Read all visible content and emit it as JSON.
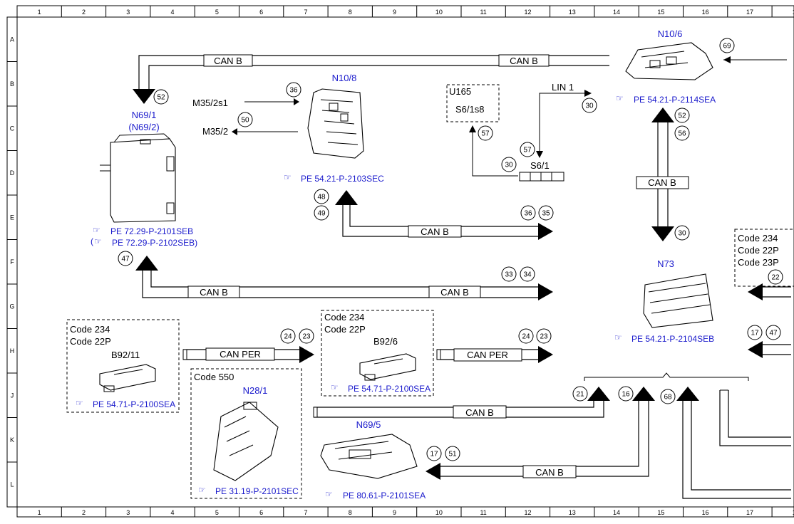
{
  "grid": {
    "cols": [
      "1",
      "2",
      "3",
      "4",
      "5",
      "6",
      "7",
      "8",
      "9",
      "10",
      "11",
      "12",
      "13",
      "14",
      "15",
      "16",
      "17",
      "1"
    ],
    "rows": [
      "A",
      "B",
      "C",
      "D",
      "E",
      "F",
      "G",
      "H",
      "J",
      "K",
      "L"
    ]
  },
  "components": {
    "n69_1": {
      "id": "N69/1",
      "alt": "(N69/2)",
      "ref1": "PE 72.29-P-2101SEB",
      "ref2": "PE 72.29-P-2102SEB)",
      "ref2_prefix": "("
    },
    "n10_8": {
      "id": "N10/8",
      "ref": "PE 54.21-P-2103SEC"
    },
    "n10_6": {
      "id": "N10/6",
      "ref": "PE 54.21-P-2114SEA"
    },
    "u165": {
      "id": "U165",
      "sub": "S6/1s8"
    },
    "s6_1": {
      "id": "S6/1"
    },
    "n73": {
      "id": "N73",
      "ref": "PE 54.21-P-2104SEB"
    },
    "b92_11": {
      "code1": "Code 234",
      "code2": "Code 22P",
      "id": "B92/11",
      "ref": "PE 54.71-P-2100SEA"
    },
    "b92_6": {
      "code1": "Code 234",
      "code2": "Code 22P",
      "id": "B92/6",
      "ref": "PE 54.71-P-2100SEA"
    },
    "n28_1": {
      "code": "Code 550",
      "id": "N28/1",
      "ref": "PE 31.19-P-2101SEC"
    },
    "n69_5": {
      "id": "N69/5",
      "ref": "PE 80.61-P-2101SEA"
    },
    "right_codes": {
      "c1": "Code 234",
      "c2": "Code 22P",
      "c3": "Code 23P"
    }
  },
  "signals": {
    "m35_2s1": "M35/2s1",
    "m35_2": "M35/2",
    "lin1": "LIN 1"
  },
  "buses": {
    "can_b": "CAN B",
    "can_per": "CAN PER"
  },
  "circles": [
    "52",
    "36",
    "50",
    "57",
    "30",
    "57",
    "30",
    "52",
    "56",
    "30",
    "69",
    "48",
    "49",
    "36",
    "35",
    "47",
    "33",
    "34",
    "24",
    "23",
    "24",
    "23",
    "22",
    "17",
    "47",
    "21",
    "16",
    "68",
    "17",
    "51"
  ]
}
